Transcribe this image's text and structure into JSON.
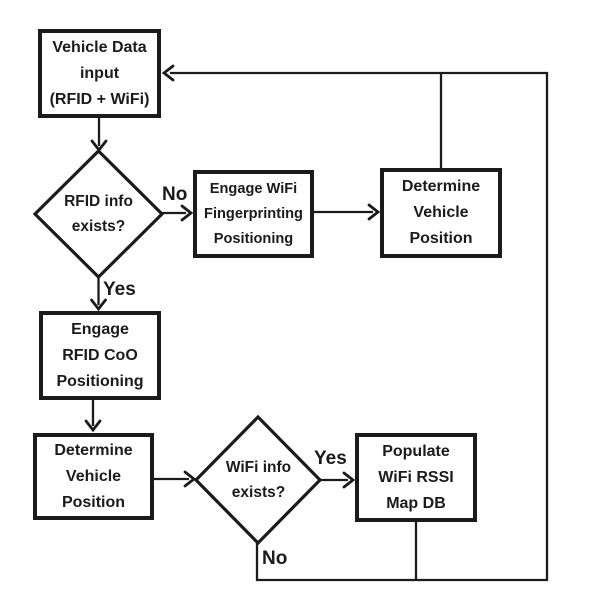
{
  "diagram": {
    "ink_color": "#1b1b1b",
    "bg_color": "#ffffff",
    "nodes": {
      "vehicle_data_input": {
        "type": "process",
        "label": "Vehicle Data\ninput\n(RFID + WiFi)"
      },
      "rfid_decision": {
        "type": "decision",
        "label": "RFID info\nexists?"
      },
      "engage_wifi": {
        "type": "process",
        "label": "Engage WiFi\nFingerprinting\nPositioning"
      },
      "determine_top": {
        "type": "process",
        "label": "Determine\nVehicle\nPosition"
      },
      "engage_rfid": {
        "type": "process",
        "label": "Engage\nRFID CoO\nPositioning"
      },
      "determine_bottom": {
        "type": "process",
        "label": "Determine\nVehicle\nPosition"
      },
      "wifi_decision": {
        "type": "decision",
        "label": "WiFi info\nexists?"
      },
      "populate_db": {
        "type": "process",
        "label": "Populate\nWiFi RSSI\nMap DB"
      }
    },
    "edge_labels": {
      "rfid_no": "No",
      "rfid_yes": "Yes",
      "wifi_yes": "Yes",
      "wifi_no": "No"
    }
  }
}
